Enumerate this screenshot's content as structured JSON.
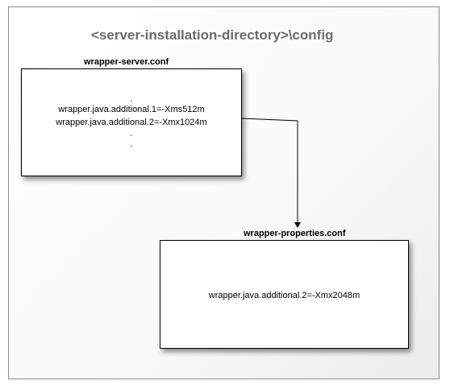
{
  "diagram": {
    "title": "<server-installation-directory>\\config",
    "server_conf": {
      "label": "wrapper-server.conf",
      "lines": [
        ".",
        "wrapper.java.additional.1=-Xms512m",
        "wrapper.java.additional.2=-Xmx1024m",
        ".",
        "."
      ]
    },
    "properties_conf": {
      "label": "wrapper-properties.conf",
      "lines": [
        "wrapper.java.additional.2=-Xmx2048m"
      ]
    }
  }
}
